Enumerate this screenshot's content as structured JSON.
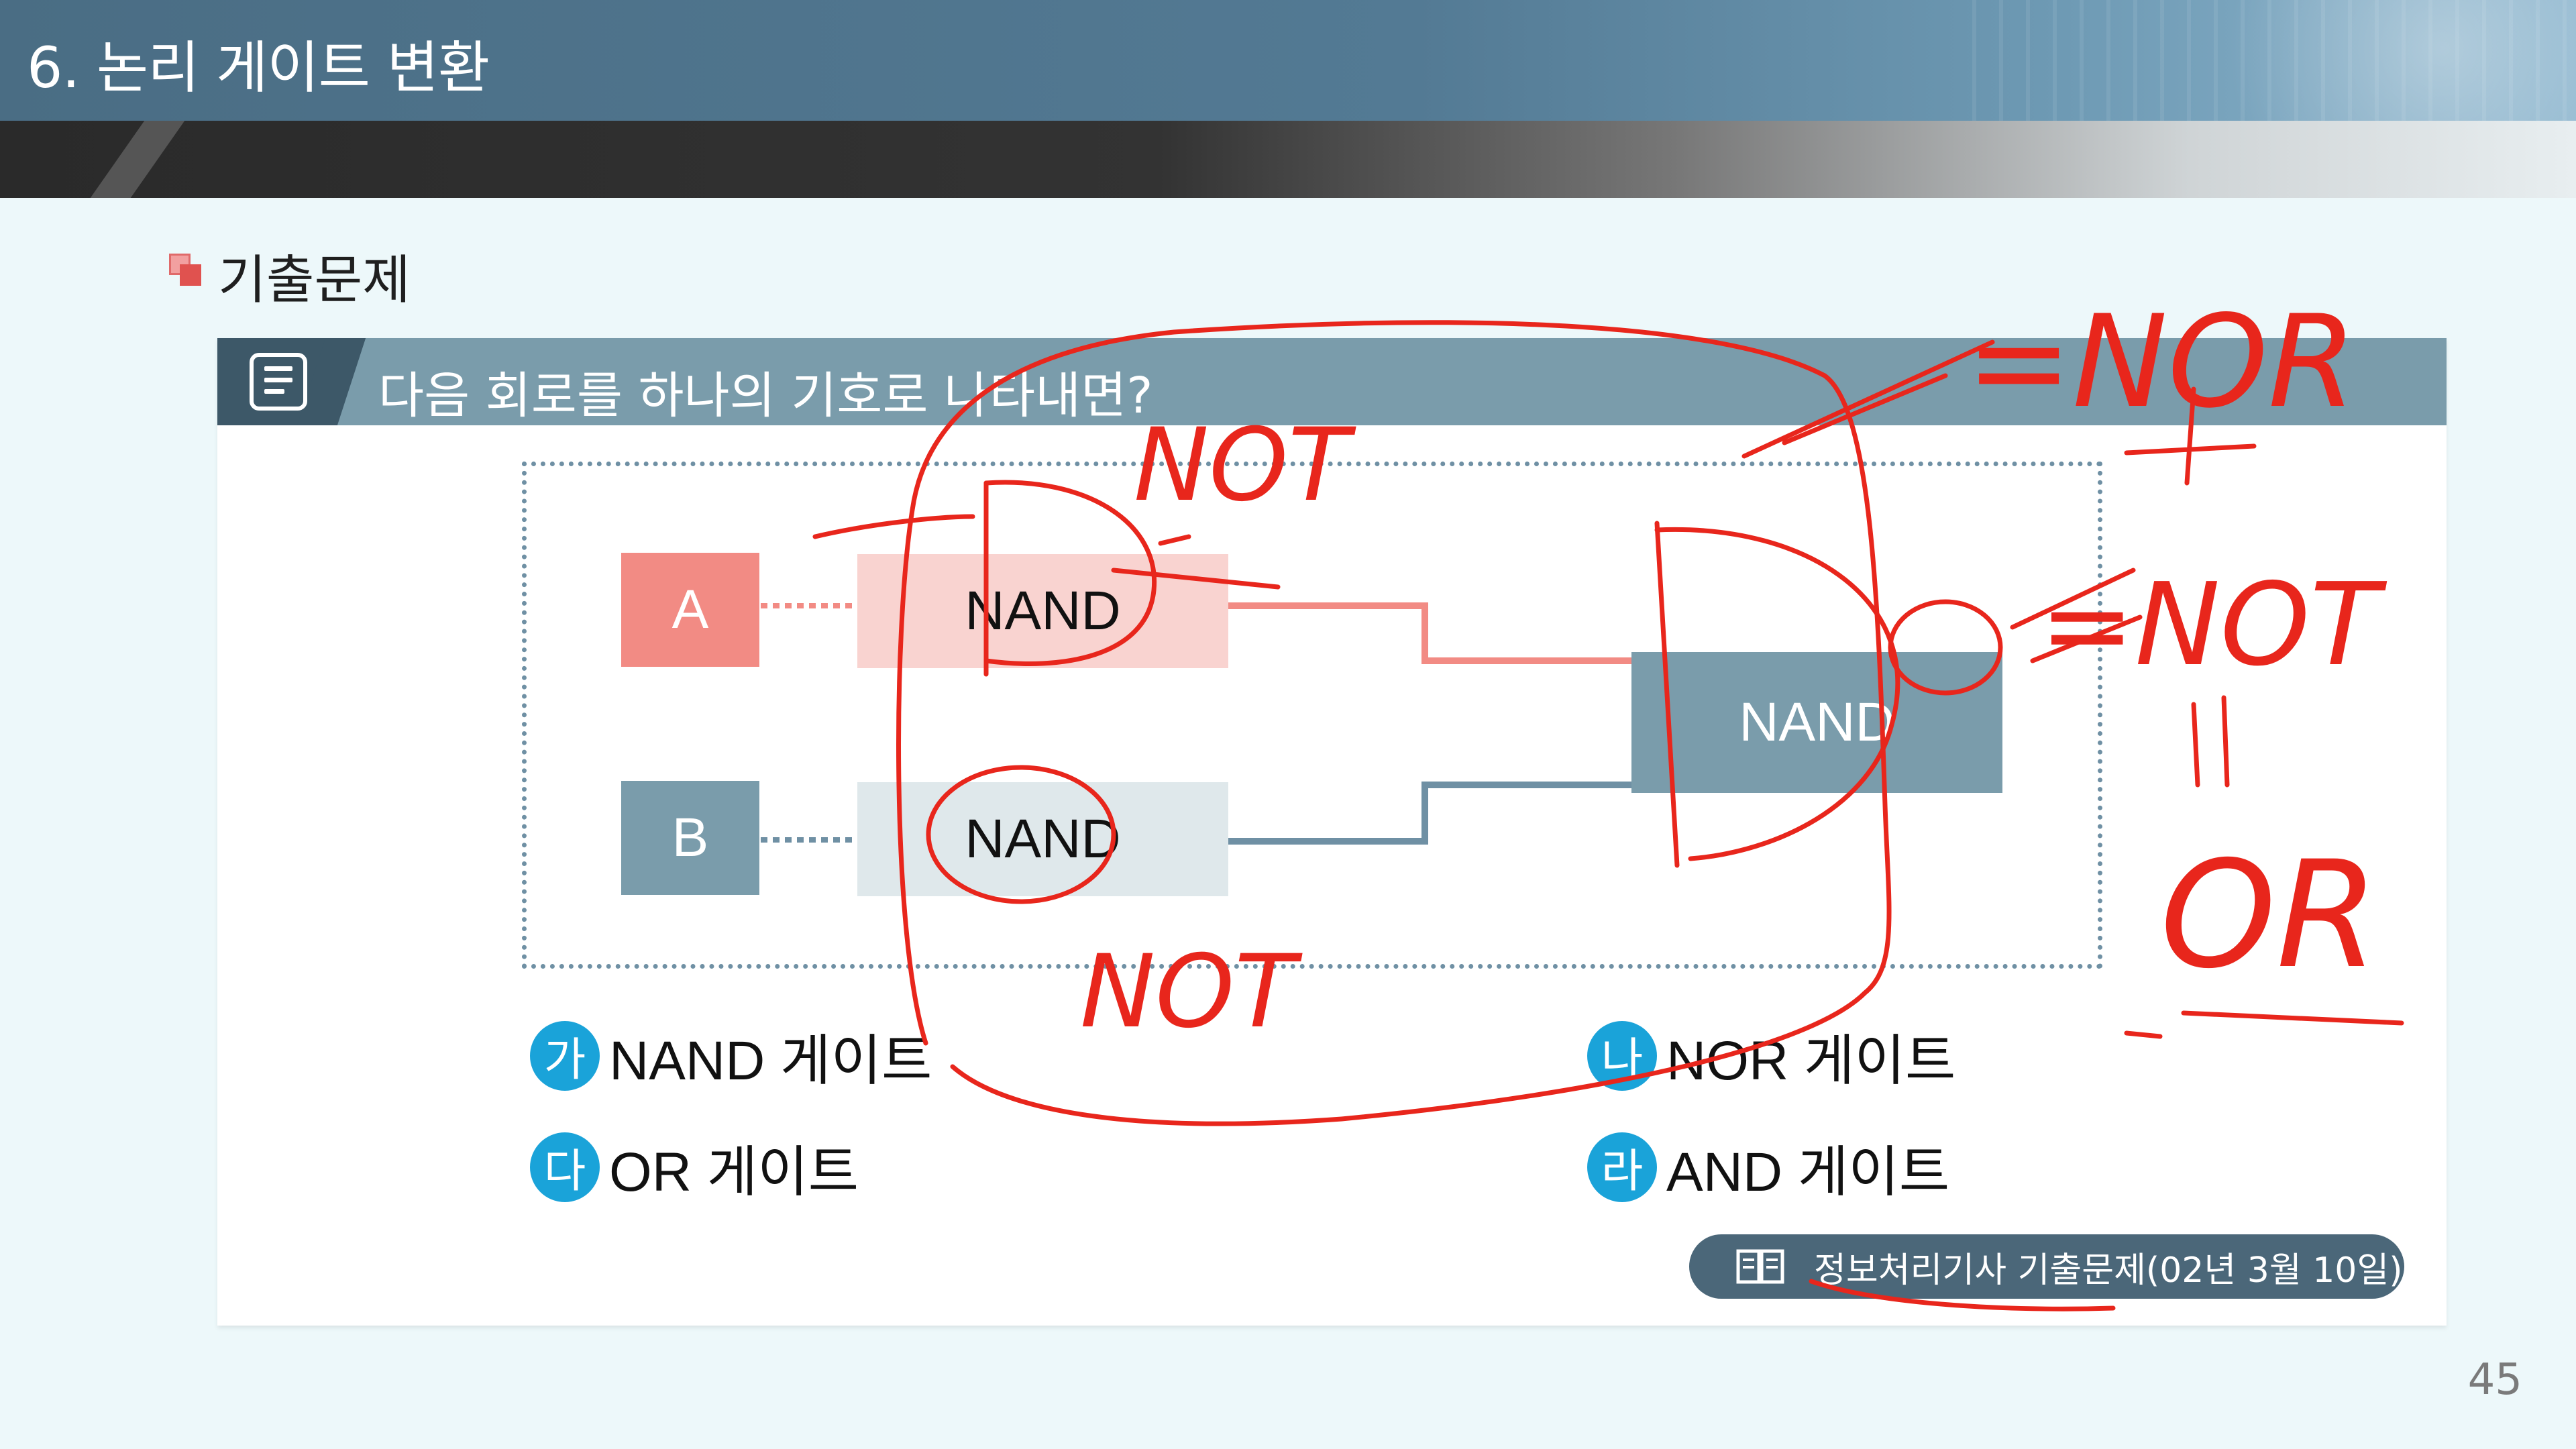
{
  "header": {
    "title": "6. 논리 게이트 변환"
  },
  "section": {
    "title": "기출문제"
  },
  "question": {
    "text": "다음 회로를 하나의 기호로 나타내면?"
  },
  "diagram": {
    "input_a": "A",
    "input_b": "B",
    "gate_top": "NAND",
    "gate_bottom": "NAND",
    "gate_final": "NAND"
  },
  "options": [
    {
      "num": "가",
      "text": "NAND 게이트"
    },
    {
      "num": "나",
      "text": "NOR 게이트"
    },
    {
      "num": "다",
      "text": "OR 게이트"
    },
    {
      "num": "라",
      "text": "AND 게이트"
    }
  ],
  "source": {
    "text": "정보처리기사 기출문제(02년 3월 10일)"
  },
  "annotations": {
    "top": "NOT",
    "bottom": "NOT",
    "right_top": "=NOR",
    "right_mid": "=NOT",
    "right_bottom": "OR"
  },
  "page_number": "45",
  "colors": {
    "accent_red": "#f28b84",
    "gate_blue": "#7a9cab",
    "ink": "#e8261c",
    "badge": "#1aa3d9"
  }
}
